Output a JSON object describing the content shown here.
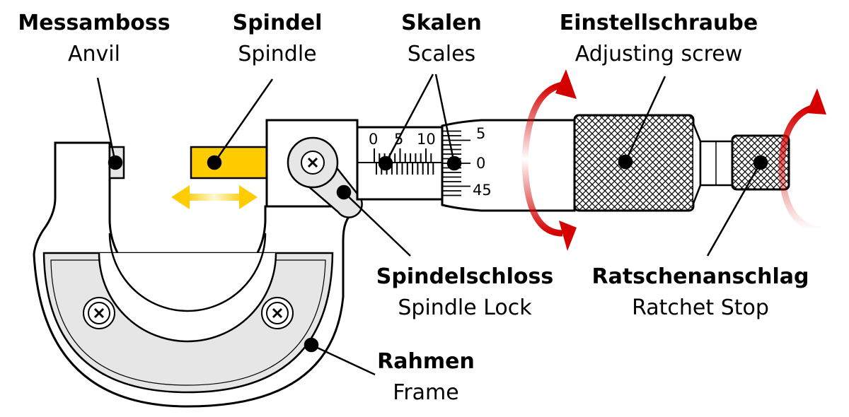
{
  "labels": {
    "anvil": {
      "de": "Messamboss",
      "en": "Anvil"
    },
    "spindle": {
      "de": "Spindel",
      "en": "Spindle"
    },
    "scales": {
      "de": "Skalen",
      "en": "Scales"
    },
    "adjusting_screw": {
      "de": "Einstellschraube",
      "en": "Adjusting screw"
    },
    "spindle_lock": {
      "de": "Spindelschloss",
      "en": "Spindle Lock"
    },
    "ratchet_stop": {
      "de": "Ratschenanschlag",
      "en": "Ratchet Stop"
    },
    "frame": {
      "de": "Rahmen",
      "en": "Frame"
    }
  },
  "sleeve_scale": [
    "0",
    "5",
    "10"
  ],
  "thimble_scale": [
    "5",
    "0",
    "45"
  ],
  "colors": {
    "spindle": "#ffcc00",
    "arrow_red": "#d40000",
    "plate": "#e6e6e6"
  }
}
